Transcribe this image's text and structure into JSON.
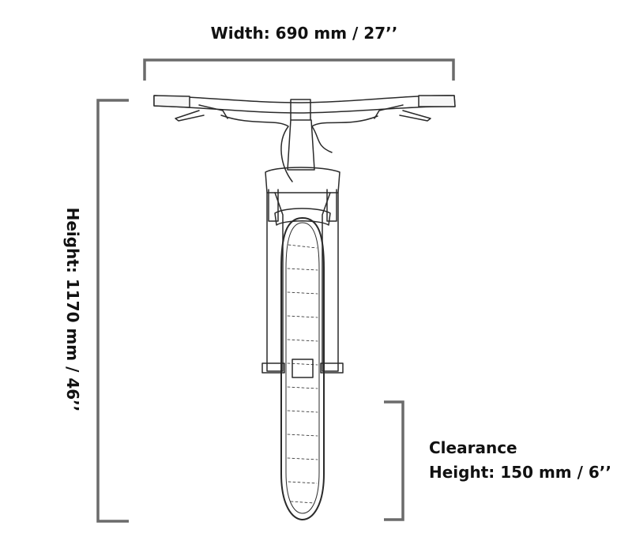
{
  "dimensions": {
    "width": {
      "label": "Width: 690 mm / 27’’"
    },
    "height": {
      "label": "Height: 1170 mm / 46’’"
    },
    "clearance": {
      "line1": "Clearance",
      "line2": "Height: 150 mm / 6’’"
    }
  },
  "colors": {
    "bracket": "#6b6b6b",
    "drawing": "#2a2a2a"
  }
}
